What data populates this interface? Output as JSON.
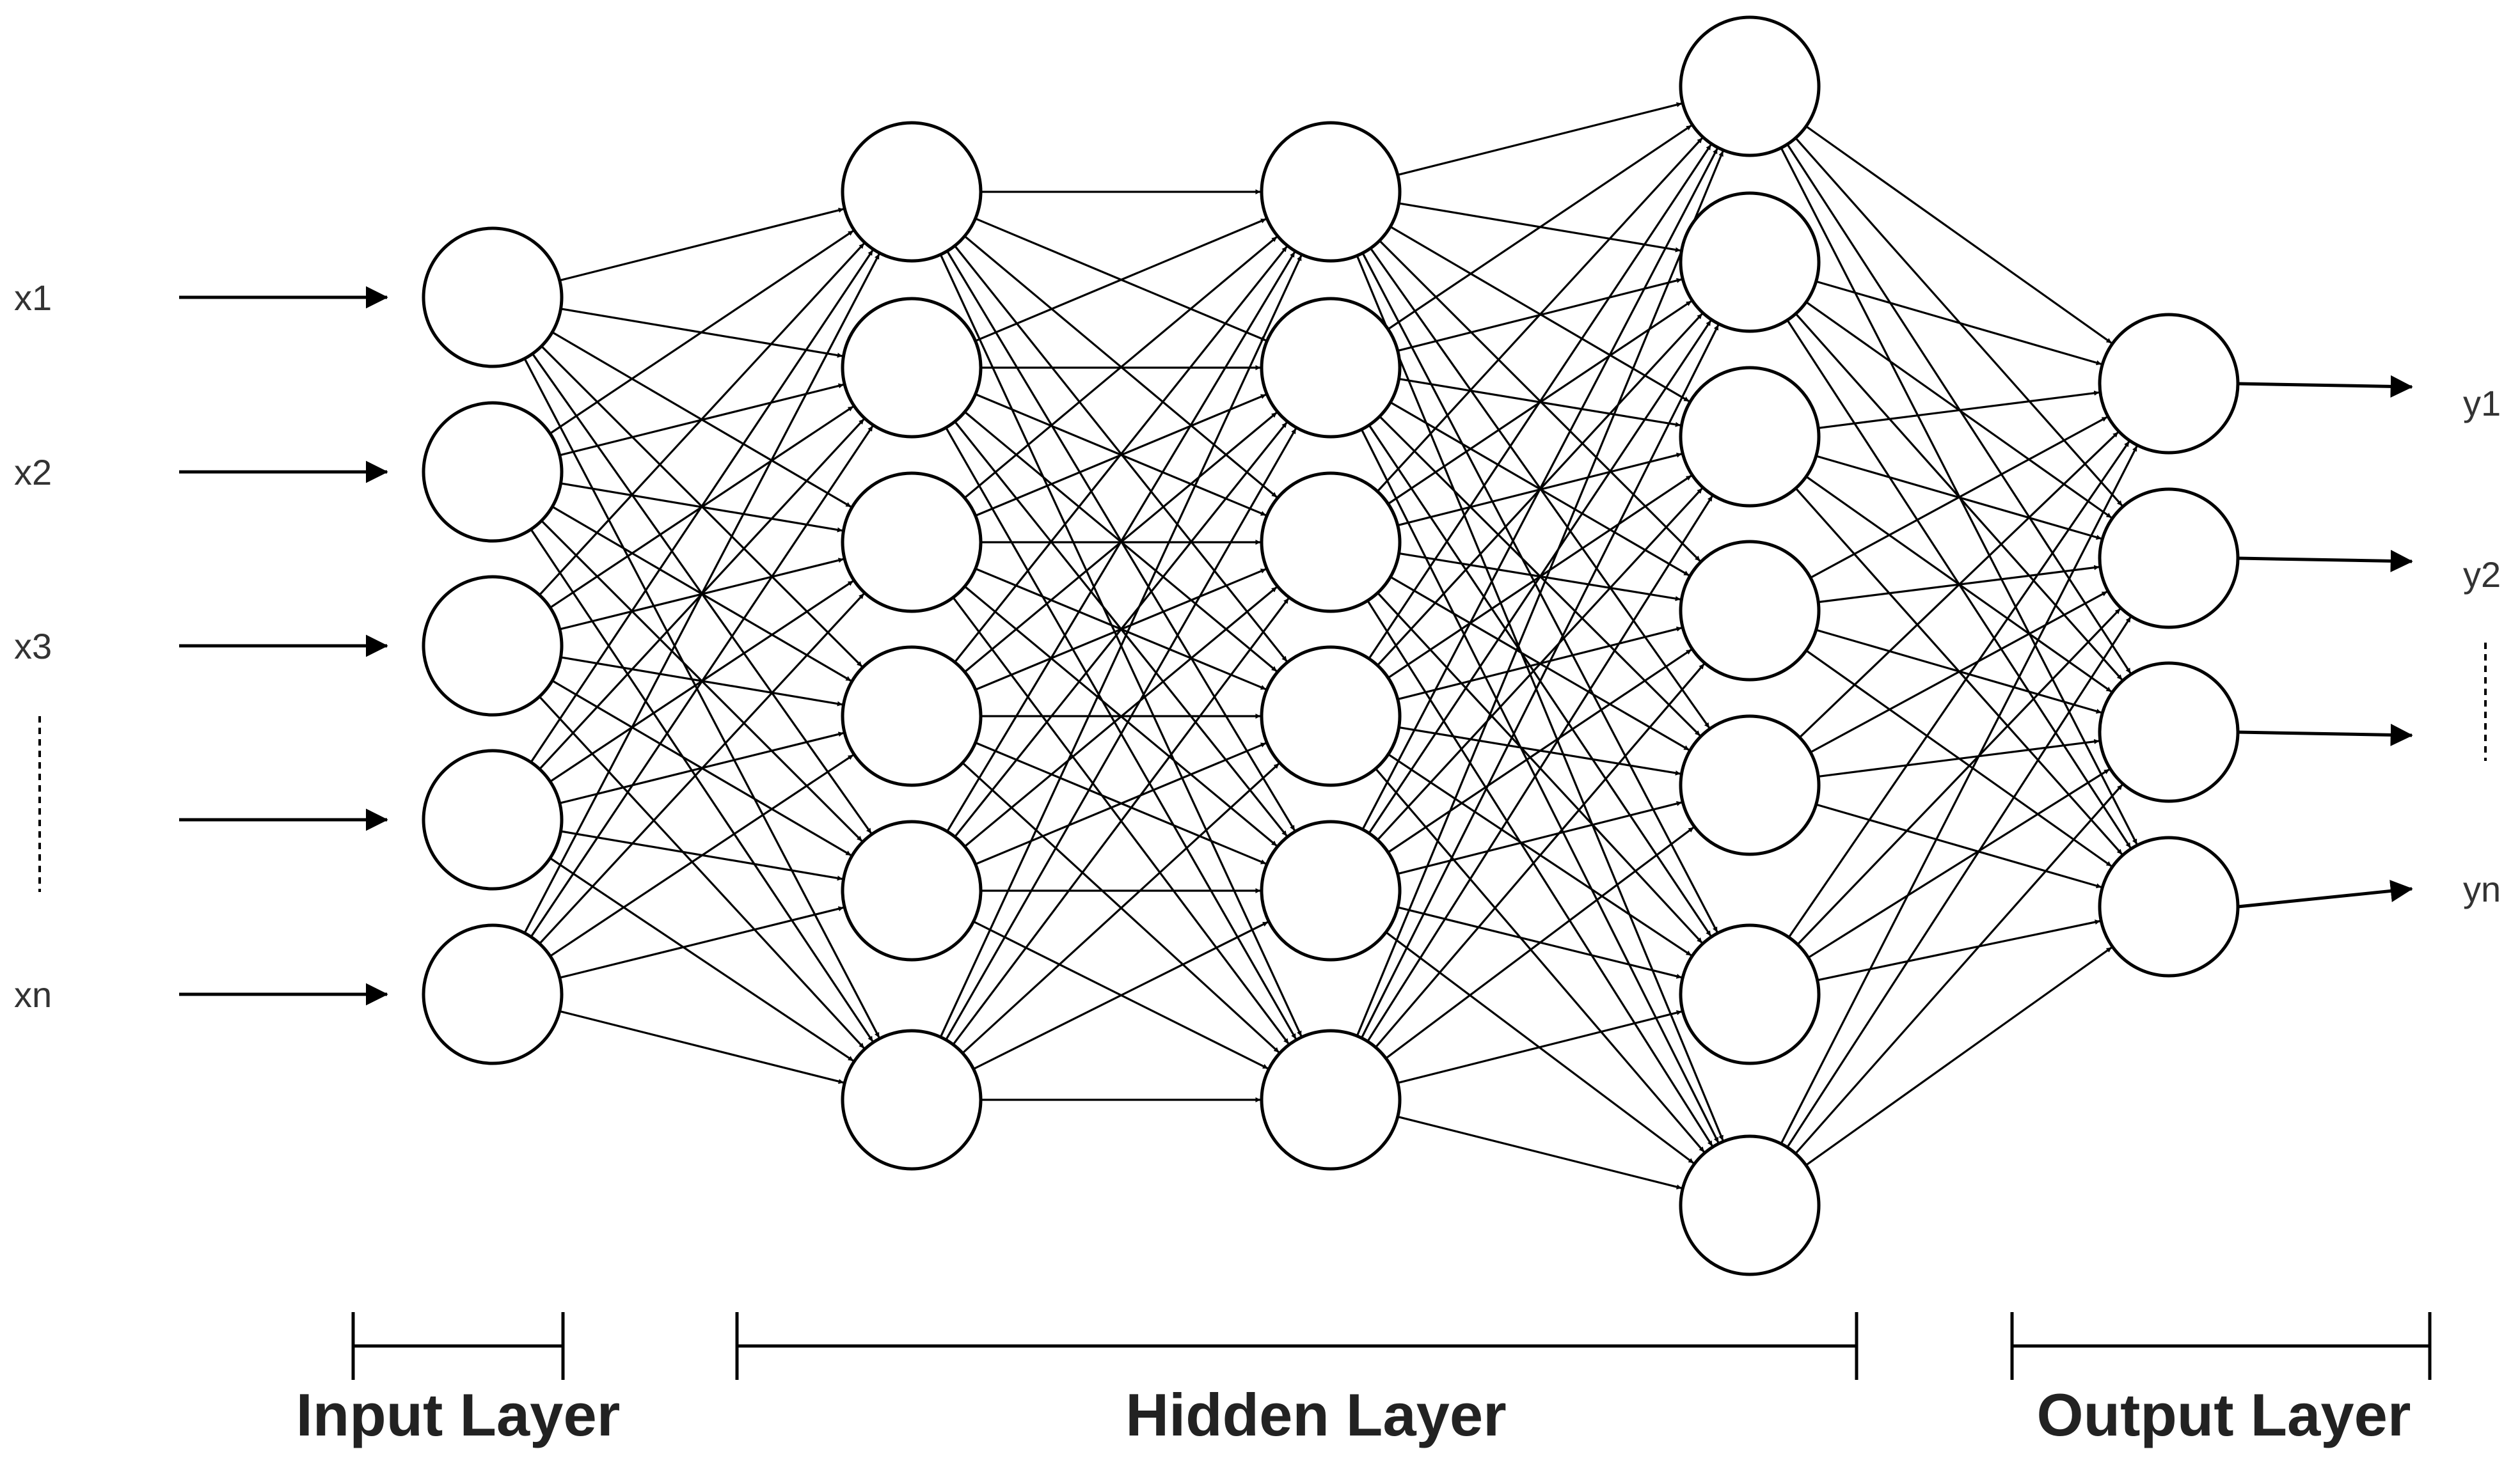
{
  "diagram": {
    "layers": [
      {
        "name": "input",
        "nodes": 5
      },
      {
        "name": "hidden-1",
        "nodes": 6
      },
      {
        "name": "hidden-2",
        "nodes": 6
      },
      {
        "name": "hidden-3",
        "nodes": 7
      },
      {
        "name": "output",
        "nodes": 4
      }
    ],
    "connectivity": "fully-connected",
    "inputs": [
      "x1",
      "x2",
      "x3",
      "",
      "xn"
    ],
    "outputs": [
      "y1",
      "y2",
      "",
      "yn"
    ],
    "groups": {
      "input": "Input Layer",
      "hidden": "Hidden Layer",
      "output": "Output Layer"
    },
    "colors": {
      "stroke": "#000000",
      "node_fill": "#ffffff",
      "text": "#222222"
    }
  }
}
